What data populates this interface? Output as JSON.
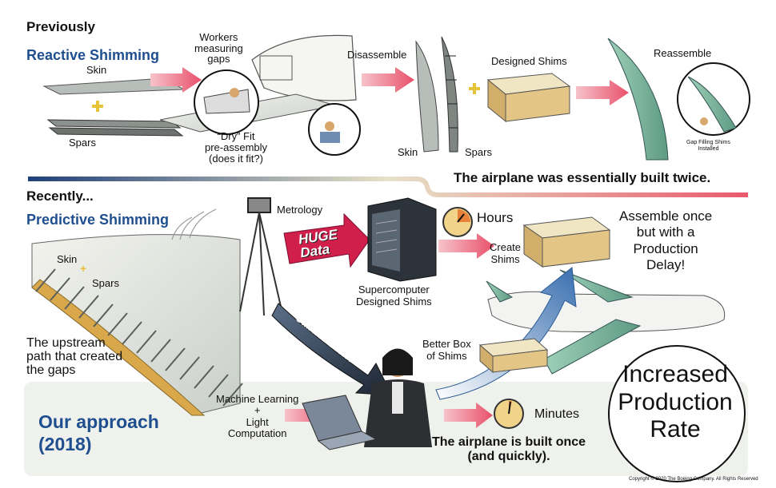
{
  "top": {
    "heading": "Previously",
    "subheading": "Reactive Shimming",
    "skin_label": "Skin",
    "spars_label": "Spars",
    "workers_label": "Workers\nmeasuring\ngaps",
    "dry_fit_label": "“Dry” Fit\npre-assembly\n(does it fit?)",
    "disassemble_label": "Disassemble",
    "skin2_label": "Skin",
    "spars2_label": "Spars",
    "designed_shims_label": "Designed Shims",
    "reassemble_label": "Reassemble",
    "gap_filling_label": "Gap Filling Shims\nInstalled",
    "summary": "The airplane was essentially built twice."
  },
  "middle": {
    "heading": "Recently...",
    "subheading": "Predictive Shimming",
    "metrology_label": "Metrology",
    "huge_data_label": "HUGE\nData",
    "supercomputer_label": "Supercomputer\nDesigned Shims",
    "hours_label": "Hours",
    "create_shims_label": "Create\nShims",
    "assemble_label": "Assemble once\nbut with a\nProduction\nDelay!",
    "skin_label": "Skin",
    "spars_label": "Spars",
    "upstream_label": "The upstream\npath that created\nthe gaps",
    "smart_data_label": "SMART DATA",
    "better_box_label": "Better Box\nof Shims"
  },
  "bottom": {
    "approach_label": "Our approach\n(2018)",
    "ml_label": "Machine Learning\n+\nLight\nComputation",
    "minutes_label": "Minutes",
    "summary": "The airplane is built once\n(and quickly).",
    "increased_label": "Increased\nProduction\nRate"
  },
  "copyright": "Copyright © 2020 The Boeing Company. All Rights Reserved",
  "colors": {
    "accent_blue": "#1f4f8f",
    "arrow_pink": "#e8506a",
    "arrow_blue": "#3a6fb0",
    "panel_green": "#eef1ec",
    "divider_start": "#1f3f78",
    "divider_end": "#e85a6a"
  },
  "icons": [
    "plus-icon",
    "clock-icon",
    "shim-box-icon",
    "supercomputer-icon",
    "tripod-icon",
    "laptop-icon",
    "airplane-icon"
  ]
}
